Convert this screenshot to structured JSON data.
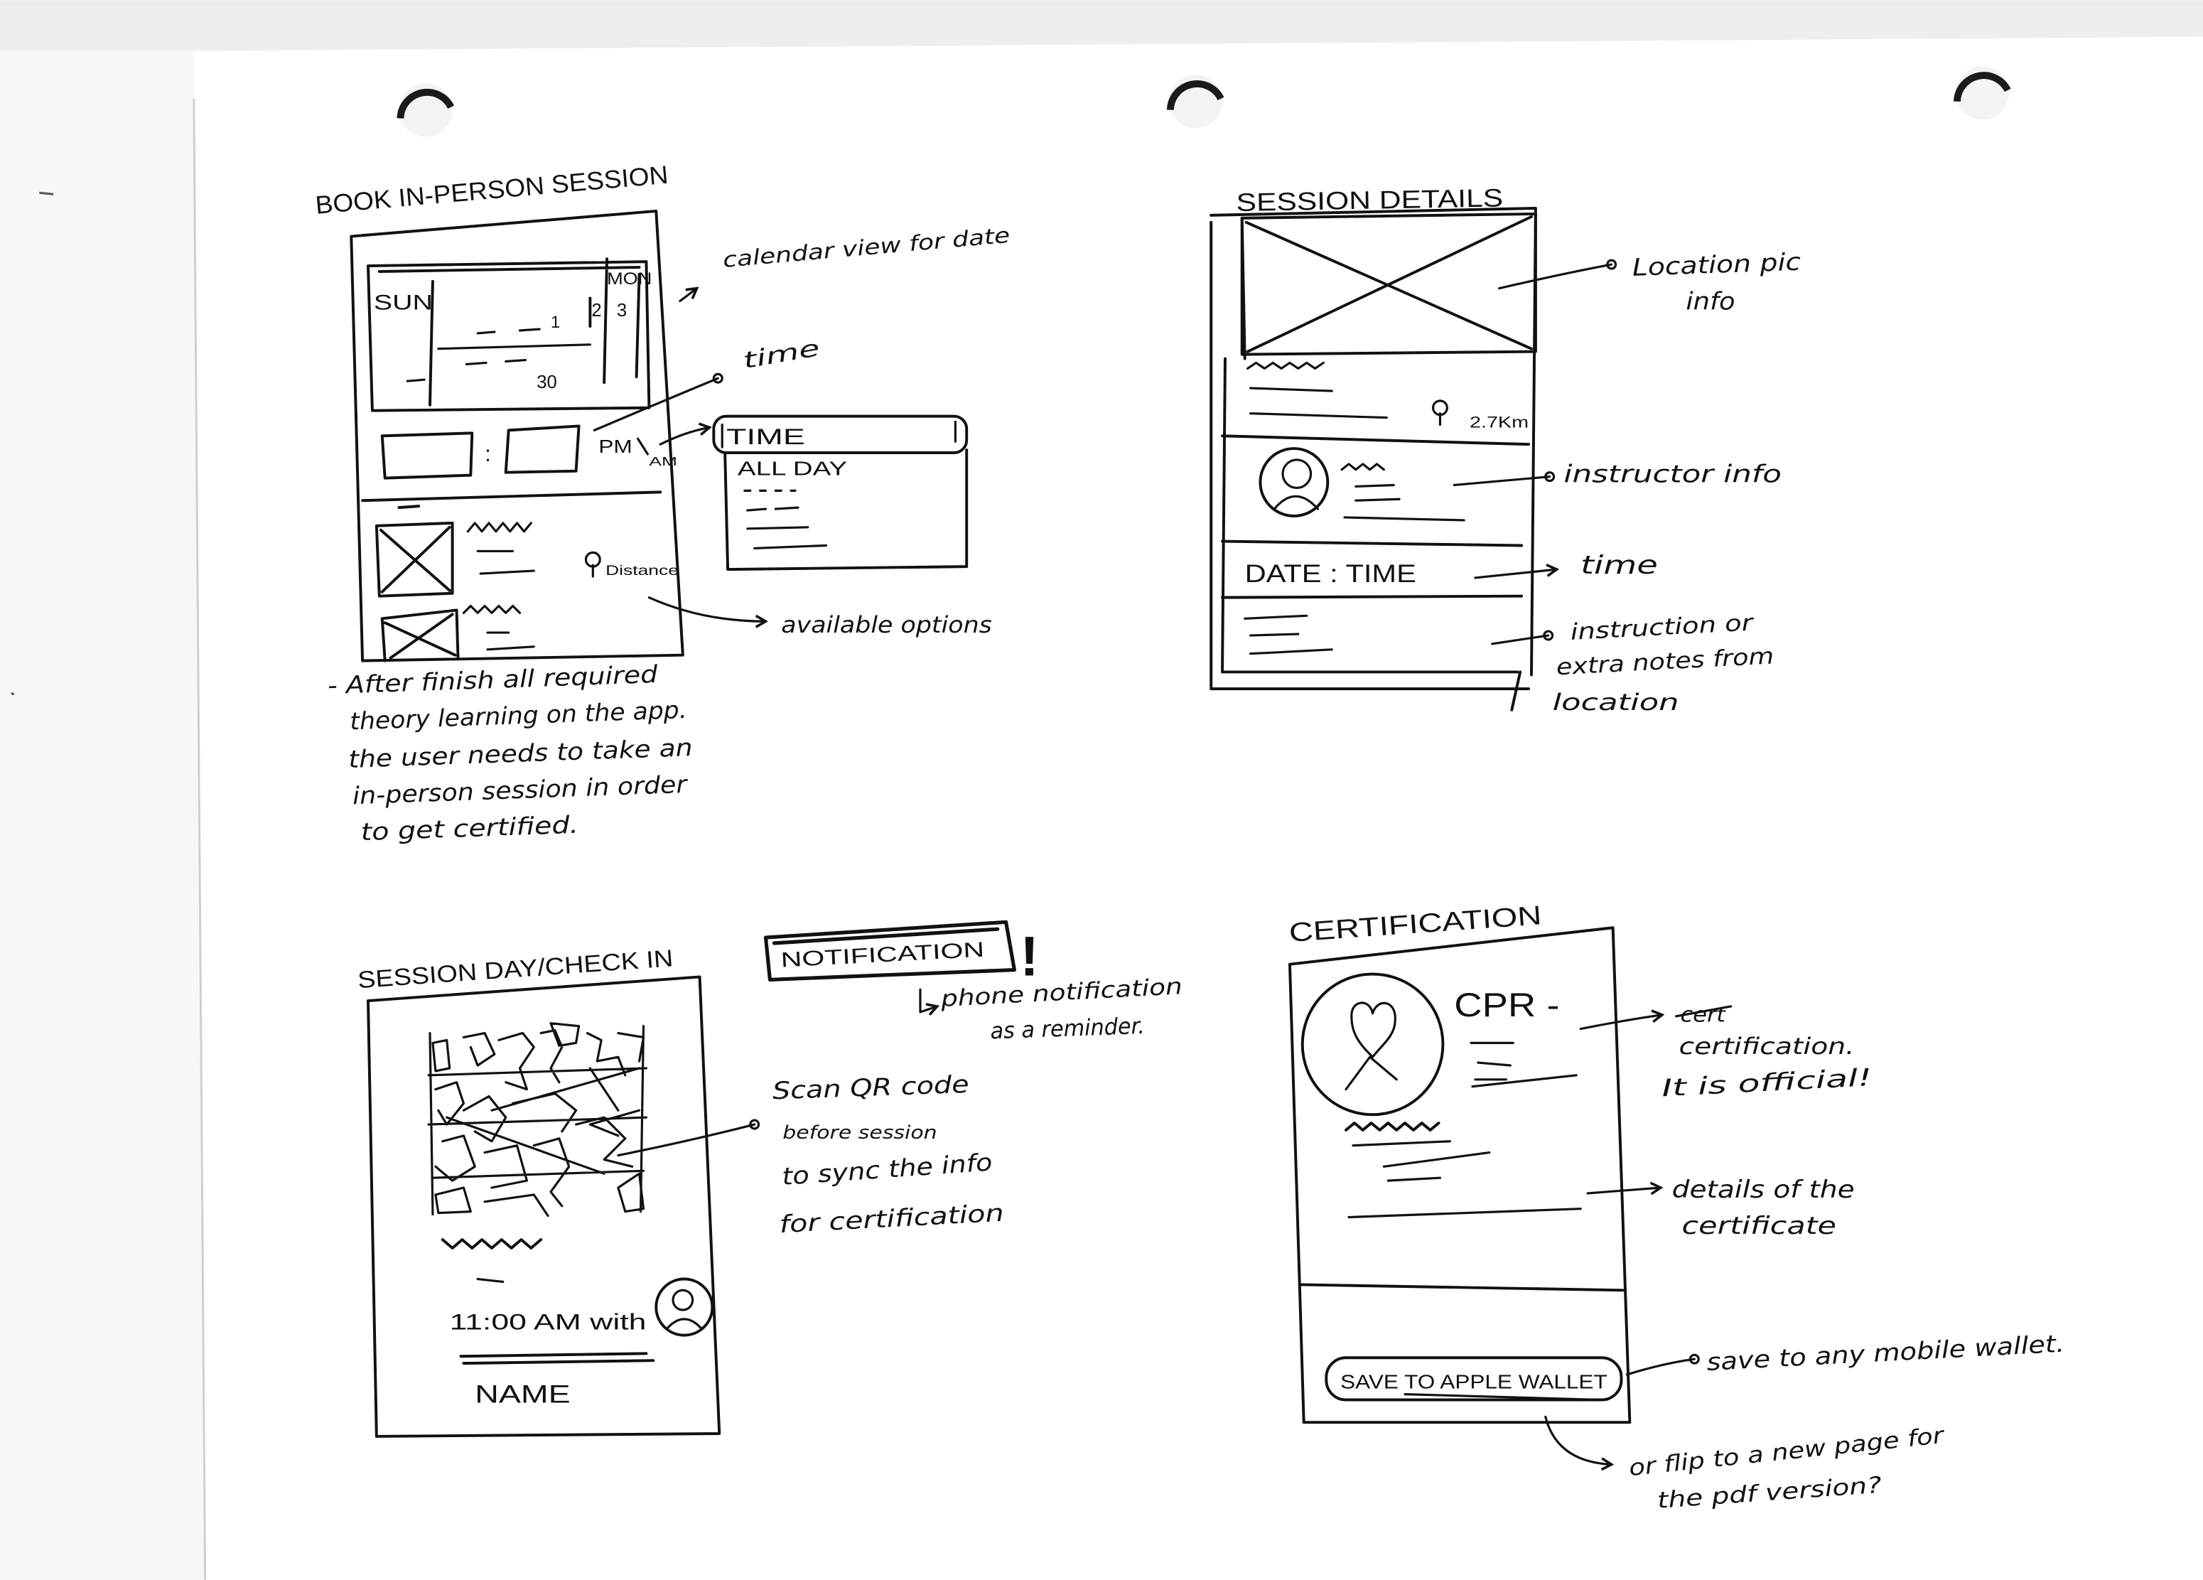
{
  "colors": {
    "paper": "#ffffff",
    "ink": "#111111",
    "paper_shadow": "#eeeeee"
  },
  "icons": [
    "location-pin-icon",
    "avatar-icon",
    "image-placeholder-icon",
    "qr-code-icon",
    "heart-avatar-icon"
  ],
  "book_session": {
    "title": "BOOK IN-PERSON SESSION",
    "calendar": {
      "sun": "SUN",
      "mon": "MON",
      "d1": "1",
      "d2": "2",
      "d3": "3",
      "d30": "30"
    },
    "time_colon": ":",
    "pm": "PM",
    "am": "AM",
    "dropdown": {
      "selected": "TIME",
      "option": "ALL DAY"
    },
    "distance": "Distance",
    "notes": {
      "calendar": "calendar view for date",
      "time": "time",
      "options": "available options"
    },
    "description": [
      "- After finish all required",
      "theory learning on the app.",
      "the user needs to take an",
      "in-person session in order",
      "to get certified."
    ]
  },
  "session_details": {
    "title": "SESSION DETAILS",
    "distance": "2.7Km",
    "date_time": "DATE : TIME",
    "notes": {
      "location_1": "Location pic",
      "location_2": "info",
      "instructor": "instructor info",
      "time": "time",
      "extra_1": "instruction or",
      "extra_2": "extra notes from",
      "extra_3": "location"
    }
  },
  "check_in": {
    "title": "SESSION DAY/CHECK IN",
    "time_with": "11:00 AM with",
    "name": "NAME",
    "notification": "NOTIFICATION",
    "alert": "!",
    "notes": {
      "notify_1": "phone notification",
      "notify_2": "as a reminder.",
      "scan_1": "Scan QR code",
      "scan_2": "before session",
      "scan_3": "to sync the info",
      "scan_4": "for certification"
    }
  },
  "certification": {
    "title": "CERTIFICATION",
    "cpr": "CPR -",
    "wallet_button": "SAVE TO APPLE WALLET",
    "notes": {
      "cert_struck": "cert",
      "cert_1": "certification.",
      "cert_2": "It is official!",
      "details_1": "details of the",
      "details_2": "certificate",
      "wallet": "save to any mobile wallet.",
      "pdf_1": "or flip to a new page for",
      "pdf_2": "the pdf version?"
    }
  }
}
